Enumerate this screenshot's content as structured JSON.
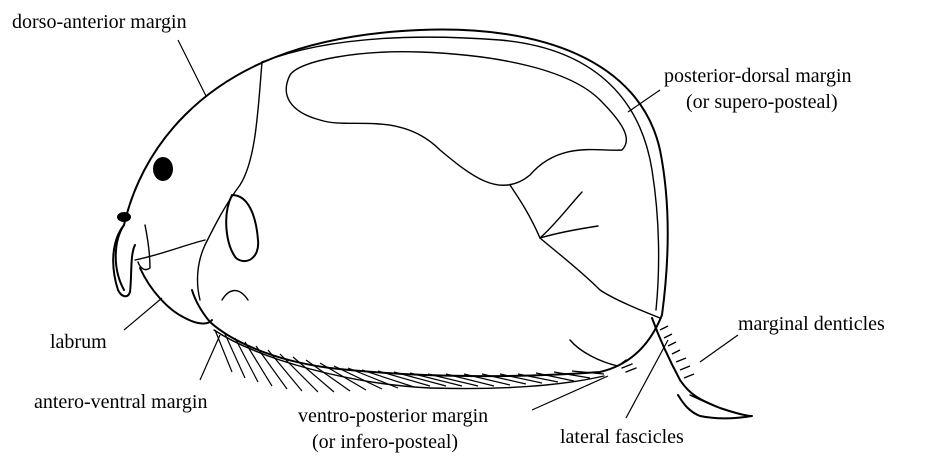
{
  "labels": {
    "dorso_anterior": "dorso-anterior margin",
    "posterior_dorsal_1": "posterior-dorsal margin",
    "posterior_dorsal_2": "(or supero-posteal)",
    "marginal_denticles": "marginal denticles",
    "labrum": "labrum",
    "antero_ventral": "antero-ventral margin",
    "ventro_posterior_1": "ventro-posterior margin",
    "ventro_posterior_2": "(or infero-posteal)",
    "lateral_fascicles": "lateral fascicles"
  },
  "colors": {
    "ink": "#000000",
    "background": "#ffffff"
  }
}
